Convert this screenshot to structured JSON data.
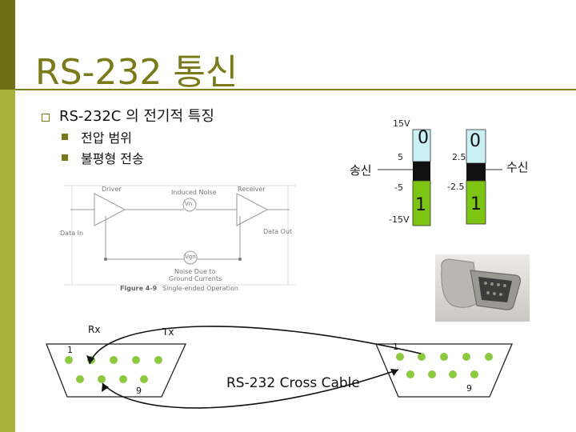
{
  "slide": {
    "title": "RS-232 통신",
    "bullets": [
      {
        "text": "RS-232C 의 전기적 특징",
        "children": [
          "전압 범위",
          "불평형 전송"
        ]
      }
    ]
  },
  "levels": {
    "v_p15": "15V",
    "v_p5": "5",
    "v_m5": "-5",
    "v_m15": "-15V",
    "v_p25": "2.5",
    "v_m25": "-2.5",
    "tx_zero": "0",
    "tx_one": "1",
    "rx_zero": "0",
    "rx_one": "1",
    "sender": "송신",
    "receiver": "수신"
  },
  "figure": {
    "driver": "Driver",
    "induced_noise": "Induced Noise",
    "receiver": "Receiver",
    "data_in": "Data In",
    "data_out": "Data Out",
    "vn": "Vn",
    "vgn": "Vgn",
    "ground_noise_1": "Noise Due to",
    "ground_noise_2": "Ground Currents",
    "caption_num": "Figure 4-9",
    "caption_text": "Single-ended Operation"
  },
  "cable": {
    "rx": "Rx",
    "tx": "Tx",
    "left_pin1": "1",
    "left_pin9": "9",
    "right_pin1": "1",
    "right_pin9": "9",
    "label": "RS-232 Cross Cable"
  },
  "colors": {
    "accent": "#7a7a1a",
    "sidebar": "#a9b23a",
    "logic0": "#c9f0f4",
    "logic1": "#7ec414",
    "pin_green": "#8bc93e"
  }
}
